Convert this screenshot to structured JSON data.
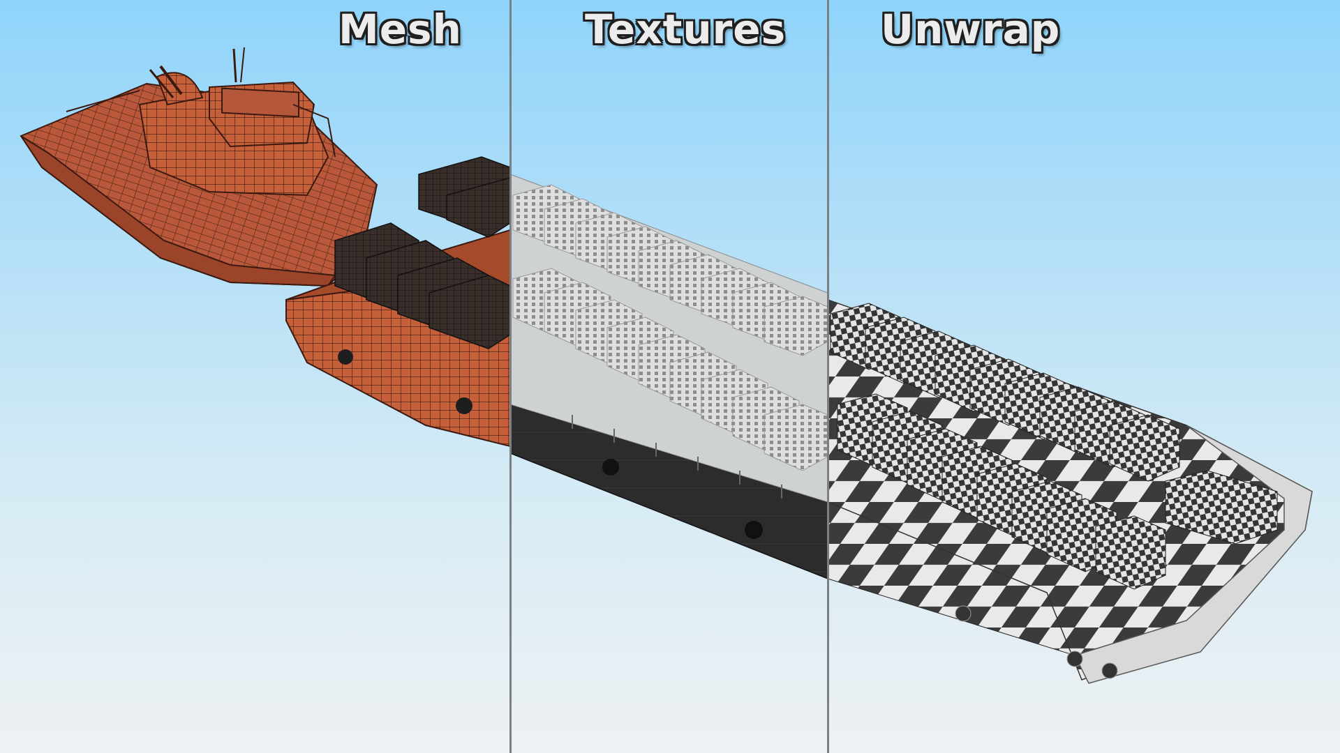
{
  "panels": [
    {
      "label": "Mesh"
    },
    {
      "label": "Textures"
    },
    {
      "label": "Unwrap"
    }
  ],
  "colors": {
    "sky_top": "#8fd4fb",
    "sky_bottom": "#eef1f3",
    "mesh_hull": "#c5603a",
    "texture_hull": "#2b2b2b",
    "texture_blocks": "#d7d7d7",
    "checker_dark": "#3a3a3a",
    "checker_light": "#e2e2e2",
    "divider": "#7b7f84"
  }
}
